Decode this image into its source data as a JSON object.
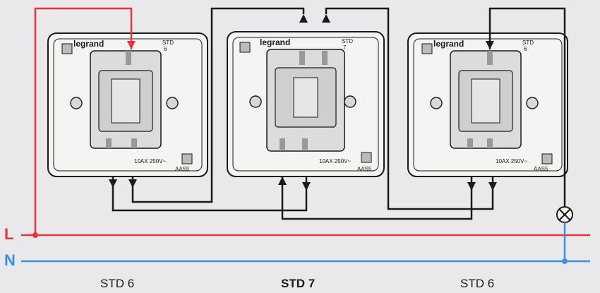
{
  "rails": {
    "line_label": "L",
    "neutral_label": "N",
    "line_color": "#e8323c",
    "neutral_color": "#3a8fe0",
    "wire_color": "#1a1a1a"
  },
  "switches": [
    {
      "brand": "legrand",
      "model_top": "STD",
      "model_num": "6",
      "rating": "10AX  250V~",
      "code": "AAS5",
      "caption": "STD 6"
    },
    {
      "brand": "legrand",
      "model_top": "STD",
      "model_num": "7",
      "rating": "10AX  250V~",
      "code": "AAS5",
      "caption": "STD 7"
    },
    {
      "brand": "legrand",
      "model_top": "STD",
      "model_num": "6",
      "rating": "10AX  250V~",
      "code": "AAS5",
      "caption": "STD 6"
    }
  ],
  "lamp_icon": "lamp-cross-icon"
}
